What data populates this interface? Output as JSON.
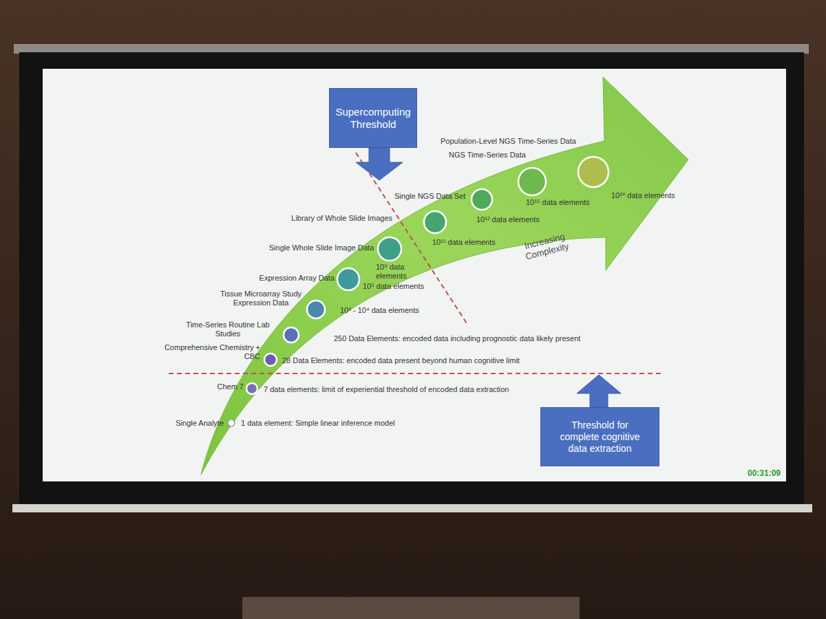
{
  "diagram": {
    "nodes": [
      {
        "text": [
          "Supercomputing Threshold"
        ]
      },
      {
        "text": [
          "Population-Level NGS Time-Series Data",
          "10²⁰ data elements"
        ]
      },
      {
        "text": [
          "NGS Time-Series Data",
          "10¹⁵ data elements"
        ]
      },
      {
        "text": [
          "Single NGS Data Set",
          "10¹² data elements"
        ]
      },
      {
        "text": [
          "Library of Whole Slide Images",
          "10¹¹ data elements"
        ]
      },
      {
        "text": [
          "Single Whole Slide Image Data",
          "10⁹ data elements"
        ]
      },
      {
        "text": [
          "Expression Array Data",
          "10⁵ data elements"
        ]
      },
      {
        "text": [
          "Tissue Microarray Study Expression Data",
          "10³ - 10⁴ data elements"
        ]
      },
      {
        "text": [
          "Time-Series Routine Lab Studies",
          "250 Data Elements: encoded data including prognostic data likely present"
        ]
      },
      {
        "text": [
          "Comprehensive Chemistry + CBC",
          "28 Data Elements: encoded data present beyond human cognitive limit"
        ]
      },
      {
        "text": [
          "Chem 7",
          "7 data elements: limit of experiential threshold of encoded data extraction"
        ]
      },
      {
        "text": [
          "Single Analyte",
          "1 data element: Simple linear inference model"
        ]
      },
      {
        "text": [
          "Threshold for complete cognitive data extraction"
        ]
      }
    ],
    "labels": [
      "Increasing Complexity",
      "00:31:09"
    ]
  }
}
